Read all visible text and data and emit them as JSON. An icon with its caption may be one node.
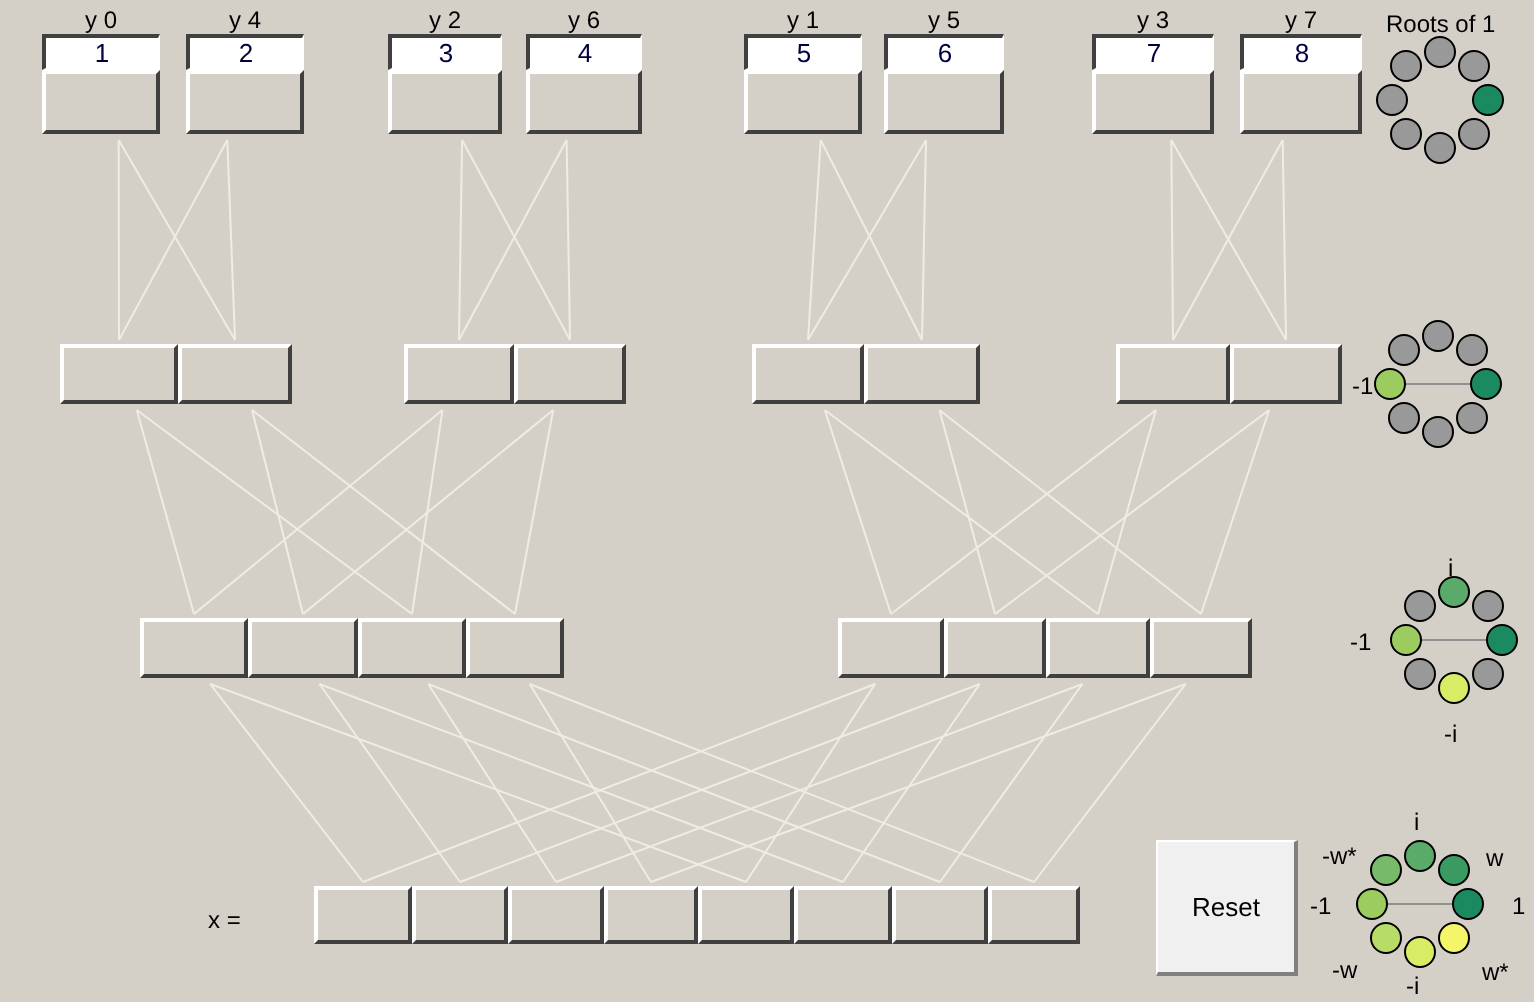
{
  "diagram": {
    "nodes": [
      {
        "text": [
          "y 0",
          "1"
        ]
      },
      {
        "text": [
          "y 4",
          "2"
        ]
      },
      {
        "text": [
          "y 2",
          "3"
        ]
      },
      {
        "text": [
          "y 6",
          "4"
        ]
      },
      {
        "text": [
          "y 1",
          "5"
        ]
      },
      {
        "text": [
          "y 5",
          "6"
        ]
      },
      {
        "text": [
          "y 3",
          "7"
        ]
      },
      {
        "text": [
          "y 7",
          "8"
        ]
      },
      {
        "text": [],
        "shape": "box"
      },
      {
        "text": [],
        "shape": "box"
      },
      {
        "text": [],
        "shape": "box"
      },
      {
        "text": [],
        "shape": "box"
      },
      {
        "text": [],
        "shape": "box"
      },
      {
        "text": [],
        "shape": "box"
      },
      {
        "text": [],
        "shape": "box"
      },
      {
        "text": [],
        "shape": "box"
      },
      {
        "text": [],
        "shape": "box"
      },
      {
        "text": [],
        "shape": "box"
      },
      {
        "text": [],
        "shape": "box"
      },
      {
        "text": [],
        "shape": "box"
      },
      {
        "text": [],
        "shape": "box"
      },
      {
        "text": [],
        "shape": "box"
      },
      {
        "text": [],
        "shape": "box"
      },
      {
        "text": [],
        "shape": "box"
      },
      {
        "text": [],
        "shape": "box"
      },
      {
        "text": [],
        "shape": "box"
      },
      {
        "text": [],
        "shape": "box"
      },
      {
        "text": [],
        "shape": "box"
      },
      {
        "text": [],
        "shape": "box"
      },
      {
        "text": [],
        "shape": "box"
      },
      {
        "text": [],
        "shape": "box"
      },
      {
        "text": [],
        "shape": "box"
      },
      {
        "text": [
          "Reset"
        ]
      }
    ],
    "edges": [
      {
        "from": 0,
        "to": 8,
        "arrow": "none"
      },
      {
        "from": 1,
        "to": 8,
        "arrow": "none"
      },
      {
        "from": 0,
        "to": 9,
        "arrow": "none"
      },
      {
        "from": 1,
        "to": 9,
        "arrow": "none"
      },
      {
        "from": 2,
        "to": 10,
        "arrow": "none"
      },
      {
        "from": 3,
        "to": 10,
        "arrow": "none"
      },
      {
        "from": 2,
        "to": 11,
        "arrow": "none"
      },
      {
        "from": 3,
        "to": 11,
        "arrow": "none"
      },
      {
        "from": 4,
        "to": 12,
        "arrow": "none"
      },
      {
        "from": 5,
        "to": 12,
        "arrow": "none"
      },
      {
        "from": 4,
        "to": 13,
        "arrow": "none"
      },
      {
        "from": 5,
        "to": 13,
        "arrow": "none"
      },
      {
        "from": 6,
        "to": 14,
        "arrow": "none"
      },
      {
        "from": 7,
        "to": 14,
        "arrow": "none"
      },
      {
        "from": 6,
        "to": 15,
        "arrow": "none"
      },
      {
        "from": 7,
        "to": 15,
        "arrow": "none"
      },
      {
        "from": 8,
        "to": 16,
        "arrow": "none"
      },
      {
        "from": 10,
        "to": 16,
        "arrow": "none"
      },
      {
        "from": 9,
        "to": 17,
        "arrow": "none"
      },
      {
        "from": 11,
        "to": 17,
        "arrow": "none"
      },
      {
        "from": 8,
        "to": 18,
        "arrow": "none"
      },
      {
        "from": 10,
        "to": 18,
        "arrow": "none"
      },
      {
        "from": 9,
        "to": 19,
        "arrow": "none"
      },
      {
        "from": 11,
        "to": 19,
        "arrow": "none"
      },
      {
        "from": 12,
        "to": 20,
        "arrow": "none"
      },
      {
        "from": 14,
        "to": 20,
        "arrow": "none"
      },
      {
        "from": 13,
        "to": 21,
        "arrow": "none"
      },
      {
        "from": 15,
        "to": 21,
        "arrow": "none"
      },
      {
        "from": 12,
        "to": 22,
        "arrow": "none"
      },
      {
        "from": 14,
        "to": 22,
        "arrow": "none"
      },
      {
        "from": 13,
        "to": 23,
        "arrow": "none"
      },
      {
        "from": 15,
        "to": 23,
        "arrow": "none"
      },
      {
        "from": 16,
        "to": 24,
        "arrow": "none"
      },
      {
        "from": 20,
        "to": 24,
        "arrow": "none"
      },
      {
        "from": 17,
        "to": 25,
        "arrow": "none"
      },
      {
        "from": 21,
        "to": 25,
        "arrow": "none"
      },
      {
        "from": 18,
        "to": 26,
        "arrow": "none"
      },
      {
        "from": 22,
        "to": 26,
        "arrow": "none"
      },
      {
        "from": 19,
        "to": 27,
        "arrow": "none"
      },
      {
        "from": 23,
        "to": 27,
        "arrow": "none"
      },
      {
        "from": 16,
        "to": 28,
        "arrow": "none"
      },
      {
        "from": 20,
        "to": 28,
        "arrow": "none"
      },
      {
        "from": 17,
        "to": 29,
        "arrow": "none"
      },
      {
        "from": 21,
        "to": 29,
        "arrow": "none"
      },
      {
        "from": 18,
        "to": 30,
        "arrow": "none"
      },
      {
        "from": 22,
        "to": 30,
        "arrow": "none"
      },
      {
        "from": 19,
        "to": 31,
        "arrow": "none"
      },
      {
        "from": 23,
        "to": 31,
        "arrow": "none"
      }
    ],
    "labels": [
      "Roots of 1",
      "-1",
      "i",
      "-1",
      "-i",
      "-w*",
      "i",
      "w",
      "-1",
      "1",
      "-w",
      "-i",
      "w*",
      "x ="
    ]
  }
}
